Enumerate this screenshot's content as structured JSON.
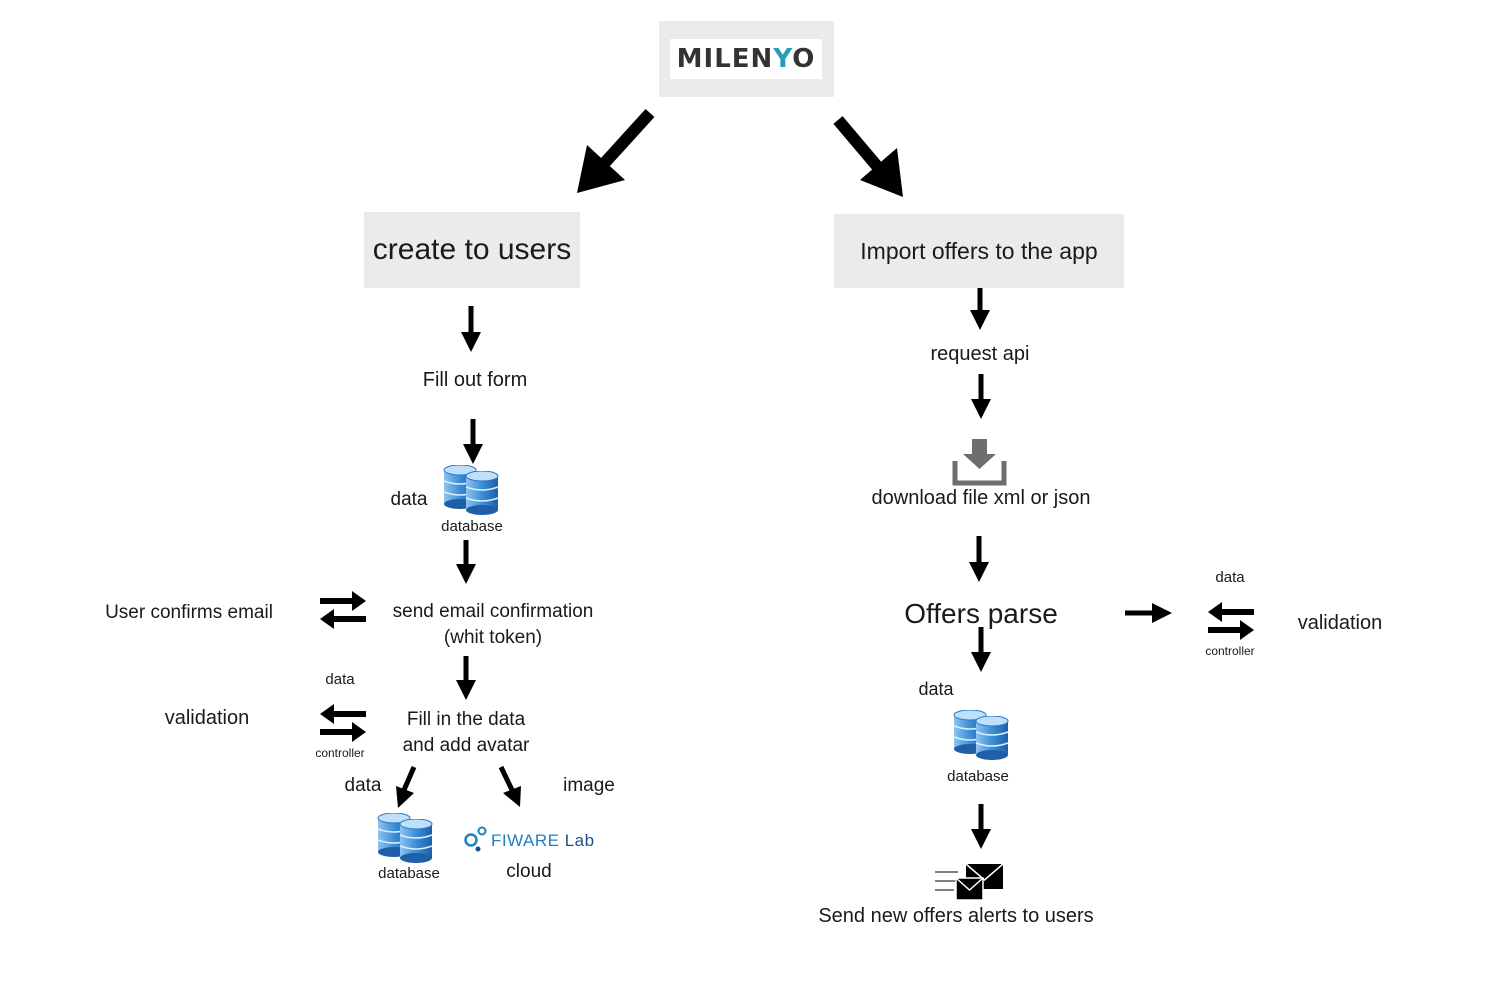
{
  "colors": {
    "box_fill": "#ebebeb",
    "arrow": "#000000",
    "db_blue": "#3a8ed8",
    "logo_accent": "#2a9db4",
    "fiware_blue": "#1e7fc2"
  },
  "logo": {
    "text": "MILENYO",
    "text_main": "MILEN",
    "text_accent": "Y",
    "text_tail": "O"
  },
  "left": {
    "title": "create to users",
    "fill_form": "Fill out form",
    "data_label": "data",
    "database_label": "database",
    "user_confirms": "User confirms email",
    "send_email_line1": "send email confirmation",
    "send_email_line2": "(whit token)",
    "validation_data_label": "data",
    "validation": "validation",
    "controller_label": "controller",
    "fill_data_line1": "Fill in the data",
    "fill_data_line2": "and add avatar",
    "data_label2": "data",
    "image_label": "image",
    "database_label2": "database",
    "fiware_text": "FIWARE Lab",
    "fiware_main": "FIWARE ",
    "fiware_accent": "Lab",
    "cloud_label": "cloud"
  },
  "right": {
    "title": "Import offers to the app",
    "request_api": "request api",
    "download": "download file xml or json",
    "offers_parse": "Offers parse",
    "controller_data_label": "data",
    "controller_label": "controller",
    "validation": "validation",
    "data_label": "data",
    "database_label": "database",
    "send_alerts": "Send new offers alerts to users"
  },
  "icons": [
    "download-icon",
    "database-icon",
    "swap-arrows-icon",
    "fiware-logo-icon",
    "envelope-icon"
  ]
}
